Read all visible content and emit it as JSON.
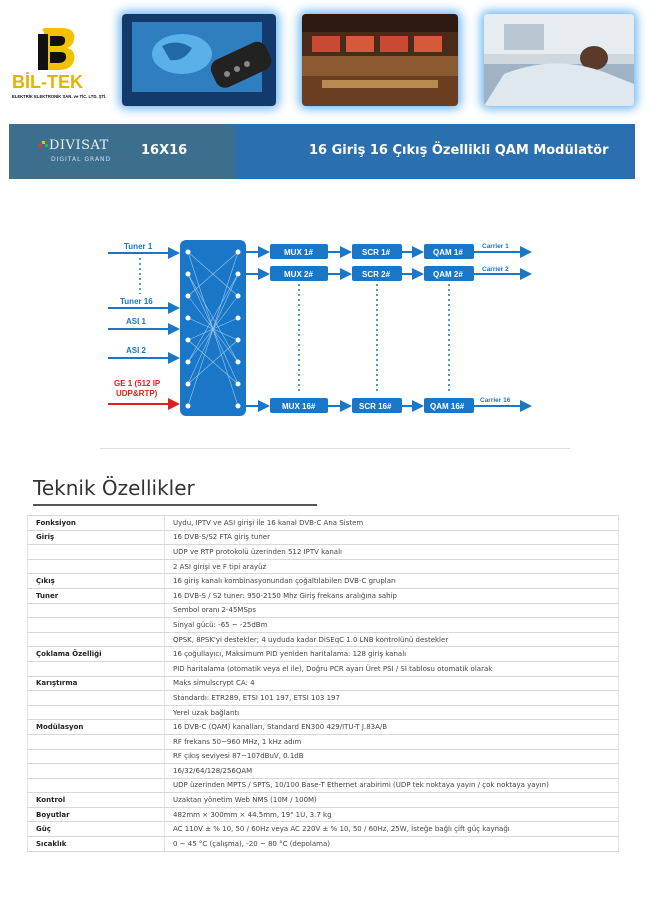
{
  "header": {
    "company_logo_text": "BİL-TEK",
    "company_subtitle": "ELEKTRİK ELEKTRONİK SAN. ve TİC. LTD. ŞTİ.",
    "logo_colors": {
      "gold": "#f2c200",
      "black": "#111111"
    }
  },
  "banner": {
    "brand": "DIVISAT",
    "brand_sub": "DIGITAL GRAND",
    "model": "16X16",
    "title": "16 Giriş 16 Çıkış Özellikli QAM Modülatör",
    "colors": {
      "left": "#3c6f8e",
      "right": "#2a6fb0"
    }
  },
  "diagram": {
    "inputs": {
      "tuner1": "Tuner 1",
      "tuner16": "Tuner 16",
      "asi1": "ASI 1",
      "asi2": "ASI 2",
      "ge_line1": "GE 1 (512 IP",
      "ge_line2": "UDP&RTP)"
    },
    "mux": [
      "MUX 1#",
      "MUX 2#",
      "MUX 16#"
    ],
    "scr": [
      "SCR 1#",
      "SCR 2#",
      "SCR 16#"
    ],
    "qam": [
      "QAM 1#",
      "QAM 2#",
      "QAM 16#"
    ],
    "carriers": [
      "Carrier 1",
      "Carrier 2",
      "Carrier 16"
    ],
    "colors": {
      "box": "#1a77c8",
      "ge": "#e02020"
    }
  },
  "specs": {
    "title": "Teknik Özellikler",
    "rows": [
      {
        "label": "Fonksiyon",
        "value": "Uydu, IPTV ve ASI girişi ile 16 kanal DVB-C Ana Sistem"
      },
      {
        "label": "Giriş",
        "value": "16 DVB-S/S2 FTA giriş tuner"
      },
      {
        "label": "",
        "value": "UDP ve RTP protokolü üzerinden 512 IPTV kanalı"
      },
      {
        "label": "",
        "value": "2 ASI girişi ve F tipi arayüz"
      },
      {
        "label": "Çıkış",
        "value": "16 giriş kanalı kombinasyonundan çoğaltılabilen DVB-C grupları"
      },
      {
        "label": "Tuner",
        "value": "16 DVB-S / S2 tuner: 950-2150 Mhz Giriş frekans aralığına sahip"
      },
      {
        "label": "",
        "value": "Sembol oranı 2-45MSps"
      },
      {
        "label": "",
        "value": "Sinyal gücü: -65 ~ -25dBm"
      },
      {
        "label": "",
        "value": "QPSK, 8PSK'yi destekler; 4 uyduda kadar DiSEqC 1.0 LNB kontrolünü destekler"
      },
      {
        "label": "Çoklama Özelliği",
        "value": "16 çoğullayıcı, Maksimum PID yeniden haritalama: 128 giriş kanalı"
      },
      {
        "label": "",
        "value": "PID haritalama (otomatik veya el ile), Doğru PCR ayarı Üret PSI / SI tablosu otomatik olarak"
      },
      {
        "label": "Karıştırma",
        "value": "Maks simulscrypt CA: 4"
      },
      {
        "label": "",
        "value": "Standardı: ETR289, ETSI 101 197, ETSI 103 197"
      },
      {
        "label": "",
        "value": "Yerel uzak bağlantı"
      },
      {
        "label": "Modülasyon",
        "value": "16 DVB-C (QAM) kanalları, Standard EN300 429/ITU-T J.83A/B"
      },
      {
        "label": "",
        "value": "RF frekans 50~960 MHz, 1 kHz adım"
      },
      {
        "label": "",
        "value": "RF çıkış seviyesi 87~107dBuV, 0.1dB"
      },
      {
        "label": "",
        "value": "16/32/64/128/256QAM"
      },
      {
        "label": "",
        "value": "UDP üzerinden MPTS / SPTS, 10/100 Base-T Ethernet arabirimi (UDP tek noktaya yayın / çok noktaya yayın)"
      },
      {
        "label": "Kontrol",
        "value": "Uzaktan yönetim Web NMS (10M / 100M)"
      },
      {
        "label": "Boyutlar",
        "value": "482mm × 300mm × 44.5mm, 19\" 1U, 3.7 kg"
      },
      {
        "label": "Güç",
        "value": "AC 110V ± % 10, 50 / 60Hz veya AC 220V ± % 10, 50 / 60Hz, 25W, İsteğe bağlı çift güç kaynağı"
      },
      {
        "label": "Sıcaklık",
        "value": "0 ~ 45 °C (çalışma), -20 ~ 80 °C (depolama)"
      }
    ]
  }
}
